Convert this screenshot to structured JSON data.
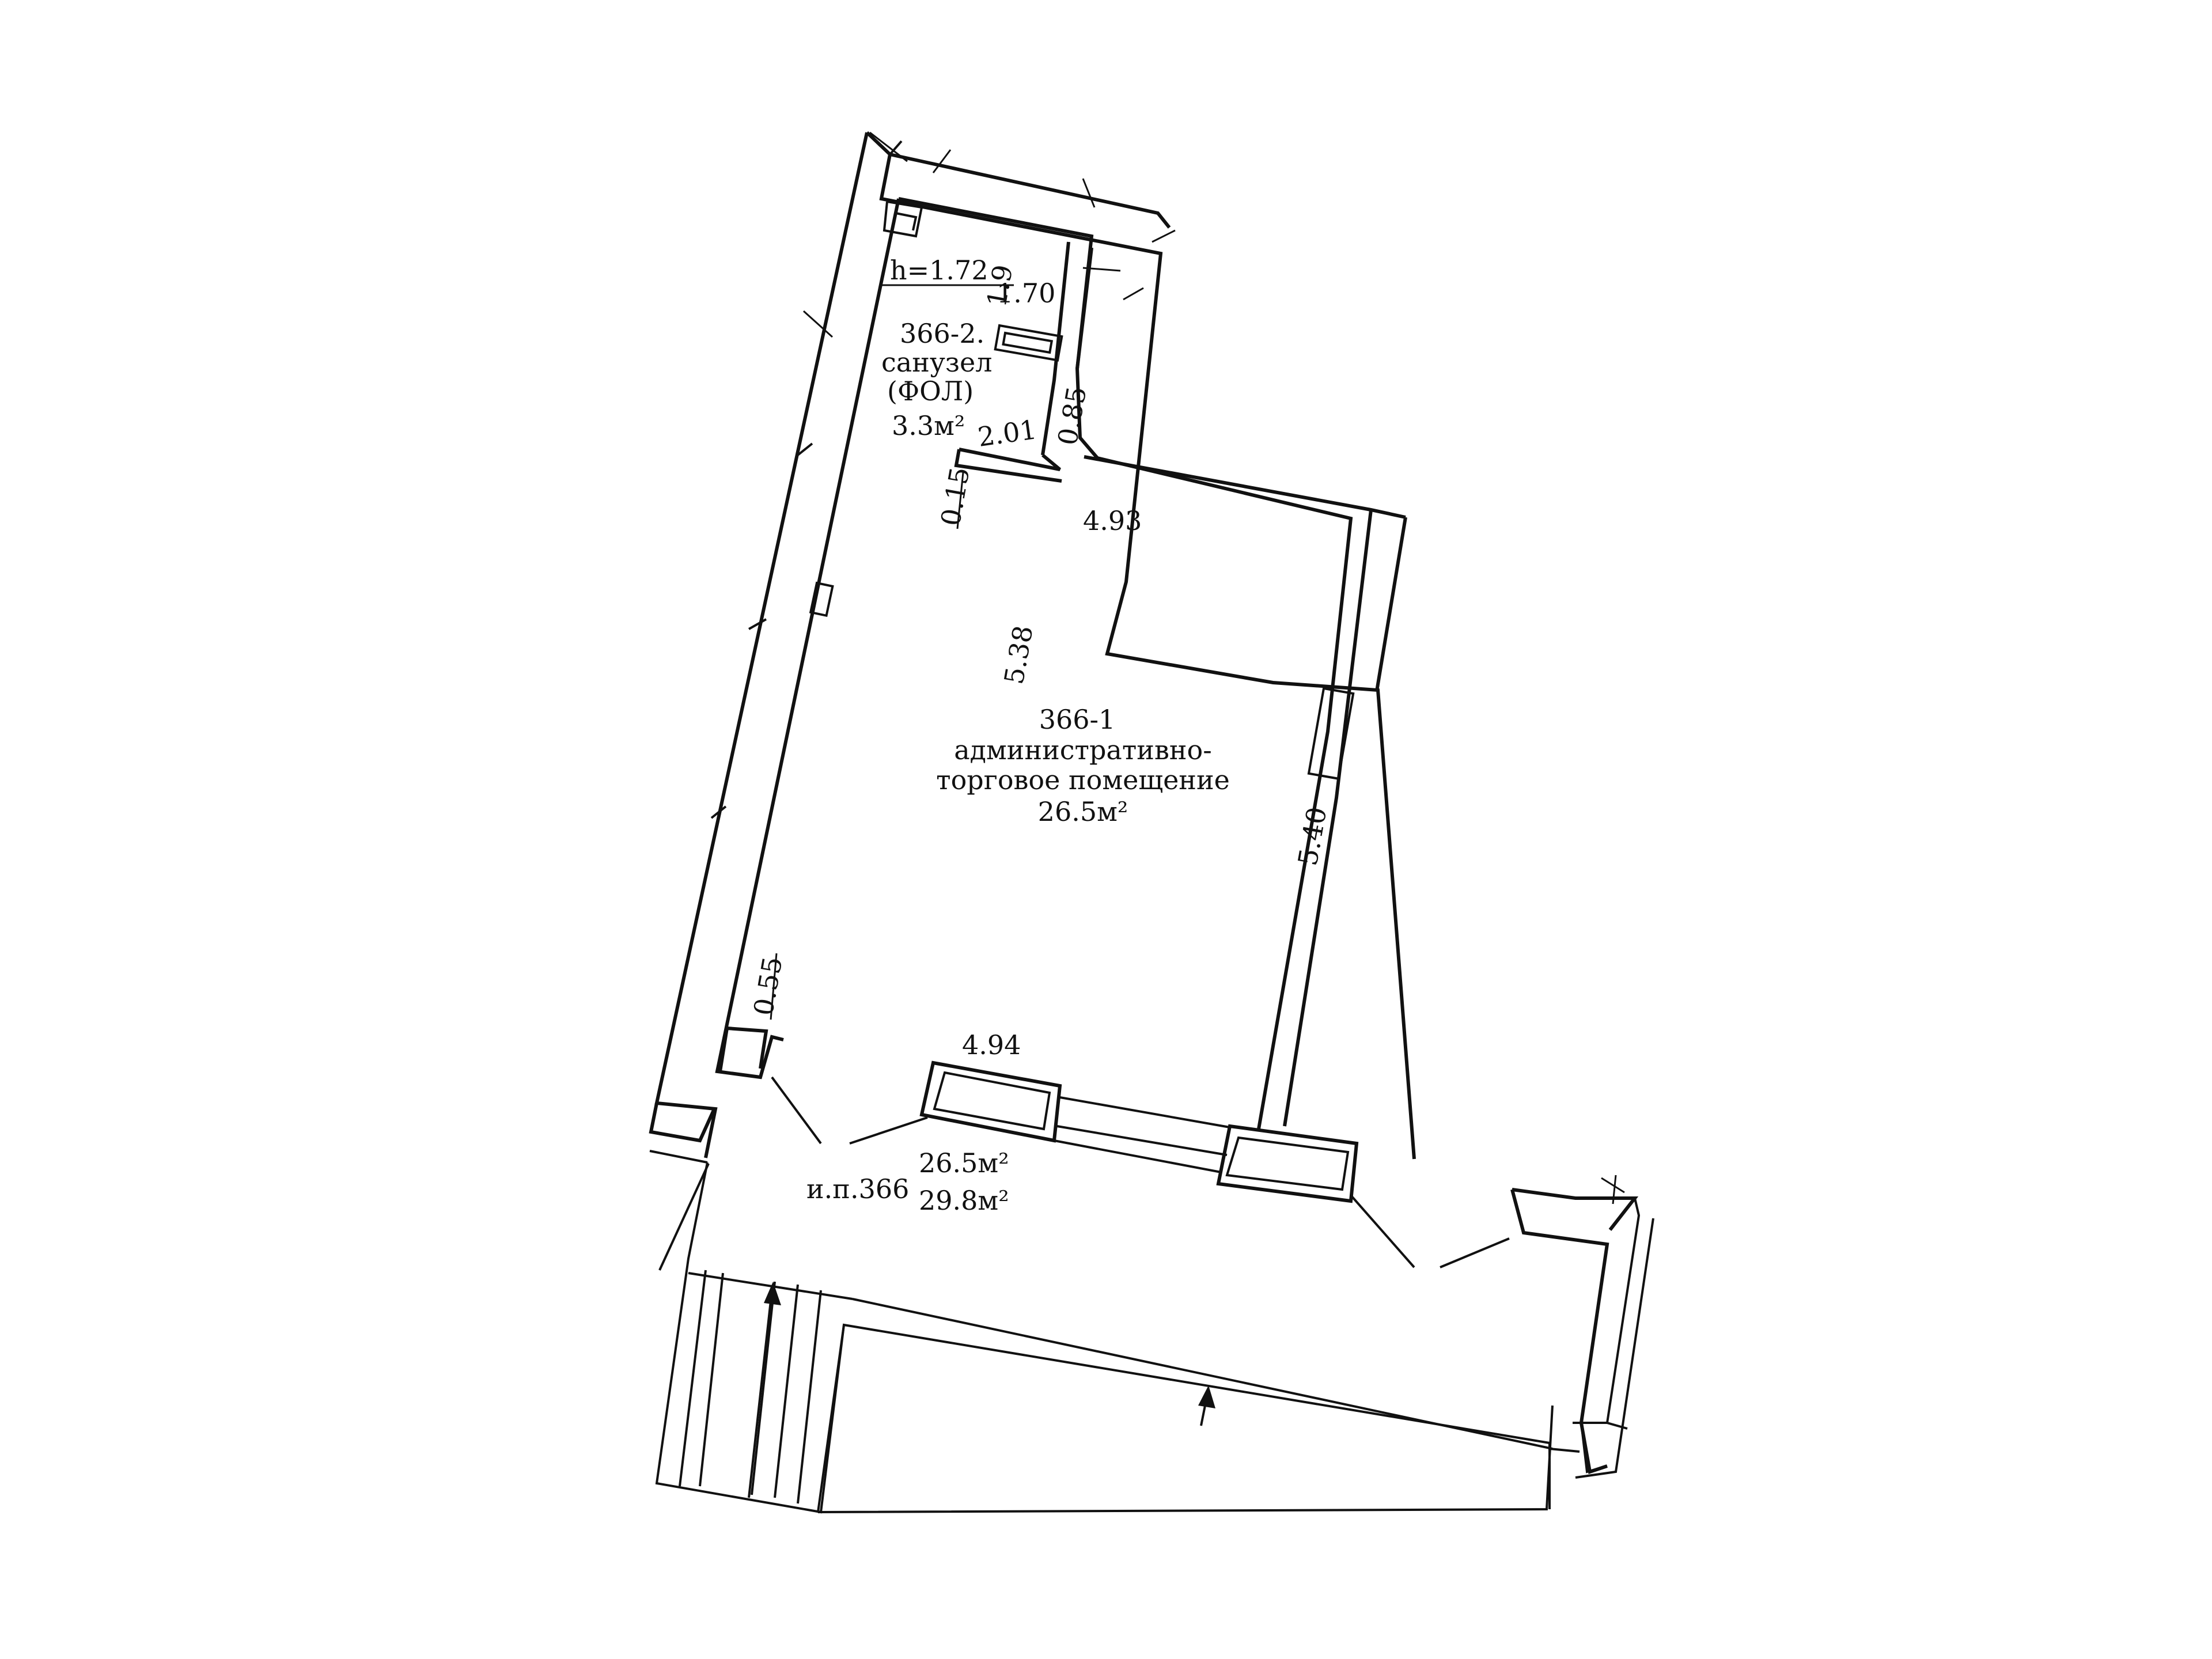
{
  "rooms": {
    "main": {
      "number": "366-1",
      "name_line1": "административно-",
      "name_line2": "торговое помещение",
      "area": "26.5м²"
    },
    "wc": {
      "number": "366-2.",
      "name": "санузел",
      "note": "(ФОЛ)",
      "area": "3.3м²",
      "height": "h=1.72"
    }
  },
  "dimensions": {
    "wc_top": "1.70",
    "wc_side_small": "1.9",
    "wc_side": "0.85",
    "wc_bottom": "2.01",
    "wall_step": "0.15",
    "main_top": "4.93",
    "main_left": "5.38",
    "main_right": "5.40",
    "main_bottom": "4.94",
    "left_return": "0.55"
  },
  "summary": {
    "label": "и.п.366",
    "area_1": "26.5м²",
    "area_2": "29.8м²"
  }
}
